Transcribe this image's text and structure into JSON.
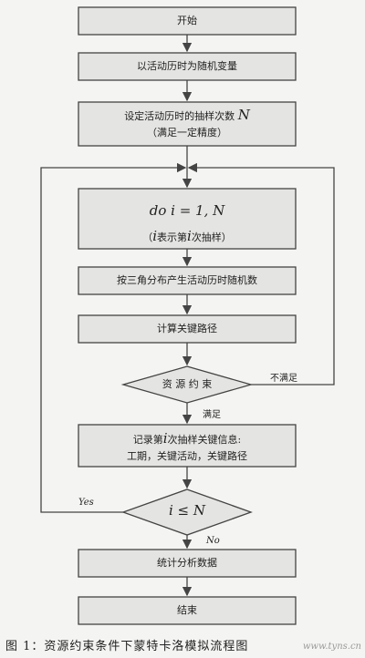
{
  "nodes": {
    "start": "开始",
    "set_var": "以活动历时为随机变量",
    "set_count": {
      "line1_prefix": "设定活动历时的抽样次数",
      "line1_var": "N",
      "line2": "（满足一定精度）"
    },
    "loop": {
      "line1": "do  i = 1, N",
      "line2_prefix": "（",
      "line2_var": "i",
      "line2_suffix": "表示第",
      "line2_var2": "i",
      "line2_end": "次抽样）"
    },
    "generate": "按三角分布产生活动历时随机数",
    "critical_path": "计算关键路径",
    "resource": "资 源 约 束",
    "record": {
      "line1_prefix": "记录第",
      "line1_var": "i",
      "line1_suffix": "次抽样关键信息:",
      "line2": "工期，关键活动，关键路径"
    },
    "decision": "i ≤ N",
    "analysis": "统计分析数据",
    "end": "结束"
  },
  "edges": {
    "not_satisfied": "不满足",
    "satisfied": "满足",
    "yes": "Yes",
    "no": "No"
  },
  "caption": "图 1：资源约束条件下蒙特卡洛模拟流程图",
  "watermark": "www.tyns.cn"
}
